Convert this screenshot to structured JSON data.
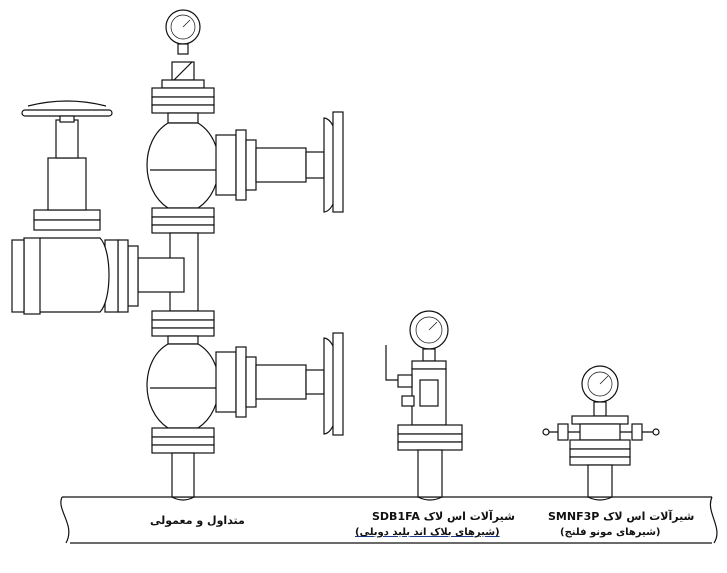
{
  "labels": {
    "conventional": "متداول و معمولی",
    "dbb_title": "شیرآلات اس لاک  SDB1FA",
    "dbb_sub": "(شیرهای بلاک اند بلید دوبلی)",
    "mono_title": "شیرآلات اس لاک  SMNF3P",
    "mono_sub": "(شیرهای مونو فلنج)"
  },
  "colors": {
    "line": "#111111",
    "background": "#ffffff",
    "underline": "#1e3a8a"
  }
}
